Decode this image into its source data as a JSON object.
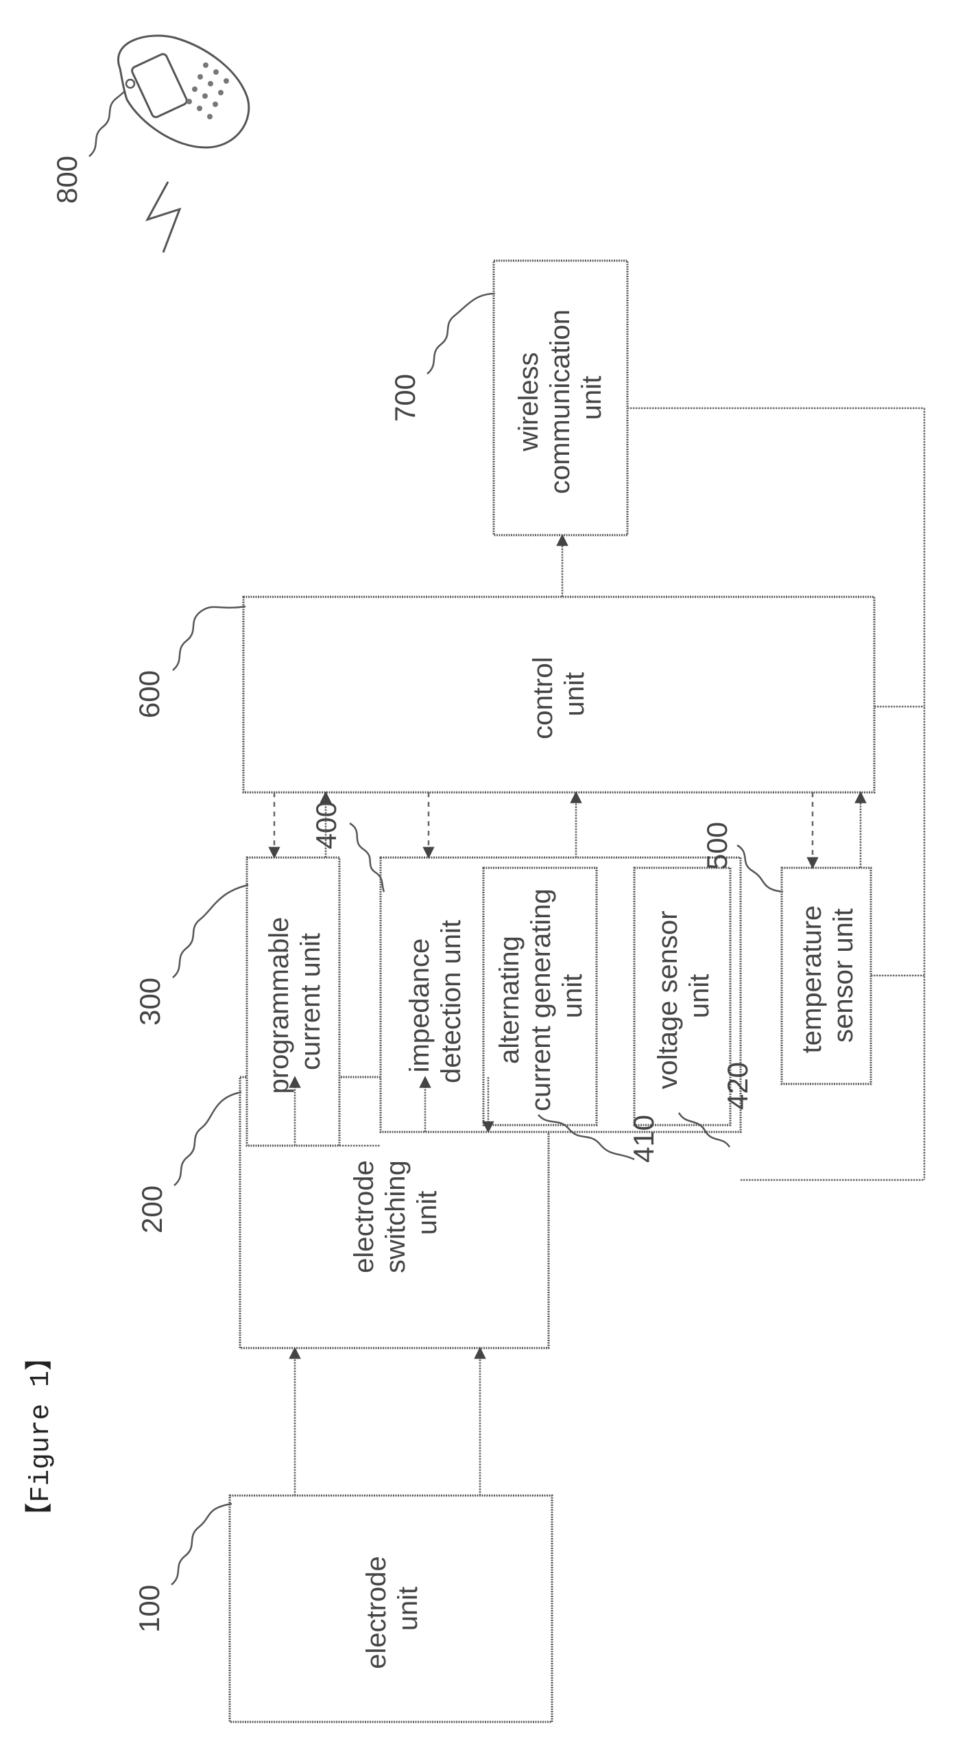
{
  "figure_label": "【Figure 1】",
  "blocks": {
    "electrode_unit": {
      "ref": "100",
      "lines": [
        "electrode",
        "unit"
      ]
    },
    "electrode_switching": {
      "ref": "200",
      "lines": [
        "electrode",
        "switching",
        "unit"
      ]
    },
    "programmable_current": {
      "ref": "300",
      "lines": [
        "programmable",
        "current unit"
      ]
    },
    "impedance_detection": {
      "ref": "400",
      "lines": [
        "impedance",
        "detection unit"
      ]
    },
    "alternating_current": {
      "ref": "410",
      "lines": [
        "alternating",
        "current generating",
        "unit"
      ]
    },
    "voltage_sensor": {
      "ref": "420",
      "lines": [
        "voltage sensor",
        "unit"
      ]
    },
    "temperature_sensor": {
      "ref": "500",
      "lines": [
        "temperature",
        "sensor unit"
      ]
    },
    "control": {
      "ref": "600",
      "lines": [
        "control",
        "unit"
      ]
    },
    "wireless_communication": {
      "ref": "700",
      "lines": [
        "wireless",
        "communication",
        "unit"
      ]
    },
    "mobile_terminal": {
      "ref": "800"
    }
  }
}
